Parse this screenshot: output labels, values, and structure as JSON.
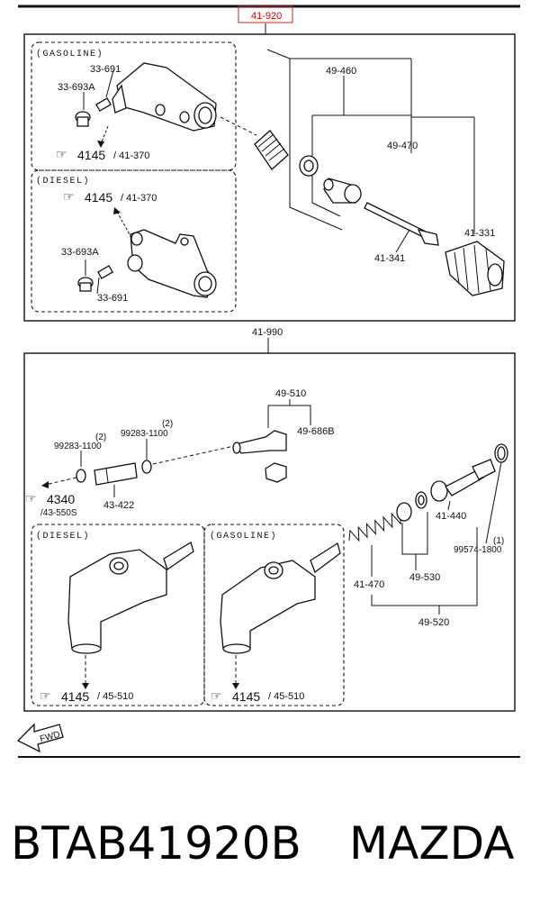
{
  "diagram": {
    "top_group_code": "41-920",
    "top_group_highlight_color": "#cc0000",
    "bottom_group_code": "41-990",
    "sections": {
      "gasoline": "(GASOLINE)",
      "diesel": "(DIESEL)",
      "gasoline_lower": "(GASOLINE)",
      "diesel_lower": "(DIESEL)"
    },
    "top_labels": {
      "p33_691_a": "33-691",
      "p33_693a_a": "33-693A",
      "ref_4145_a": "4145",
      "ref_41_370_a": "/ 41-370",
      "ref_4145_b": "4145",
      "ref_41_370_b": "/ 41-370",
      "p33_693a_b": "33-693A",
      "p33_691_b": "33-691",
      "p49_460": "49-460",
      "p49_470": "49-470",
      "p41_331": "41-331",
      "p41_341": "41-341"
    },
    "bottom_labels": {
      "p49_510": "49-510",
      "p49_686b": "49-686B",
      "qty_2_a": "(2)",
      "p99283_a": "99283-1100",
      "qty_2_b": "(2)",
      "p99283_b": "99283-1100",
      "ref_4340": "4340",
      "ref_43_550s": "/43-550S",
      "p43_422": "43-422",
      "p41_440": "41-440",
      "qty_1": "(1)",
      "p99574": "99574-1800",
      "p41_470": "41-470",
      "p49_530": "49-530",
      "p49_520": "49-520",
      "ref_4145_c": "4145",
      "ref_45_510_c": "/ 45-510",
      "ref_4145_d": "4145",
      "ref_45_510_d": "/ 45-510",
      "fwd": "FWD"
    },
    "icon": "pointing-hand-icon"
  },
  "caption": {
    "part_number": "BTAB41920B",
    "brand": "MAZDA"
  }
}
